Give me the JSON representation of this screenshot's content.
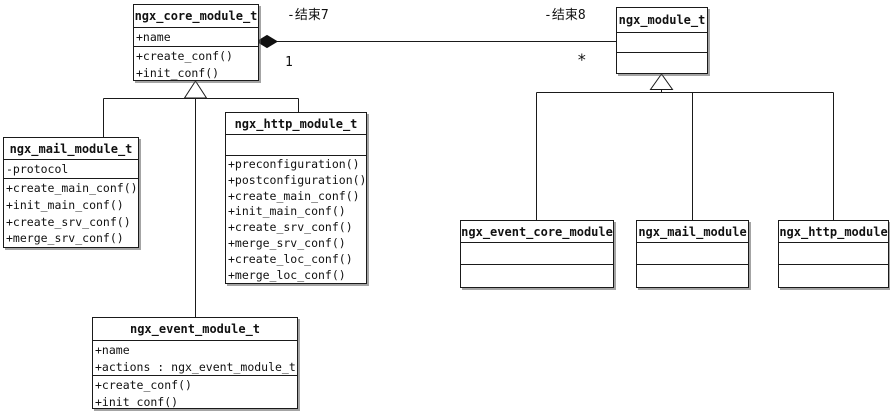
{
  "diagram": {
    "background_color": "#ffffff",
    "line_color": "#1a1a1a"
  },
  "classes": {
    "core": {
      "title": "ngx_core_module_t",
      "attributes": [
        "+name"
      ],
      "methods": [
        "+create_conf()",
        "+init_conf()"
      ]
    },
    "module": {
      "title": "ngx_module_t",
      "attributes": [],
      "methods": []
    },
    "mail_t": {
      "title": "ngx_mail_module_t",
      "attributes": [
        "-protocol"
      ],
      "methods": [
        "+create_main_conf()",
        "+init_main_conf()",
        "+create_srv_conf()",
        "+merge_srv_conf()"
      ]
    },
    "http_t": {
      "title": "ngx_http_module_t",
      "attributes": [],
      "methods": [
        "+preconfiguration()",
        "+postconfiguration()",
        "+create_main_conf()",
        "+init_main_conf()",
        "+create_srv_conf()",
        "+merge_srv_conf()",
        "+create_loc_conf()",
        "+merge_loc_conf()"
      ]
    },
    "event_t": {
      "title": "ngx_event_module_t",
      "attributes": [
        "+name",
        "+actions : ngx_event_module_t"
      ],
      "methods": [
        "+create_conf()",
        "+init_conf()"
      ]
    },
    "event_core": {
      "title": "ngx_event_core_module",
      "attributes": [],
      "methods": []
    },
    "mail": {
      "title": "ngx_mail_module",
      "attributes": [],
      "methods": []
    },
    "http": {
      "title": "ngx_http_module",
      "attributes": [],
      "methods": []
    }
  },
  "association": {
    "end7_label": "-结束7",
    "end7_multiplicity": "1",
    "end8_label": "-结束8",
    "end8_multiplicity": "*"
  }
}
